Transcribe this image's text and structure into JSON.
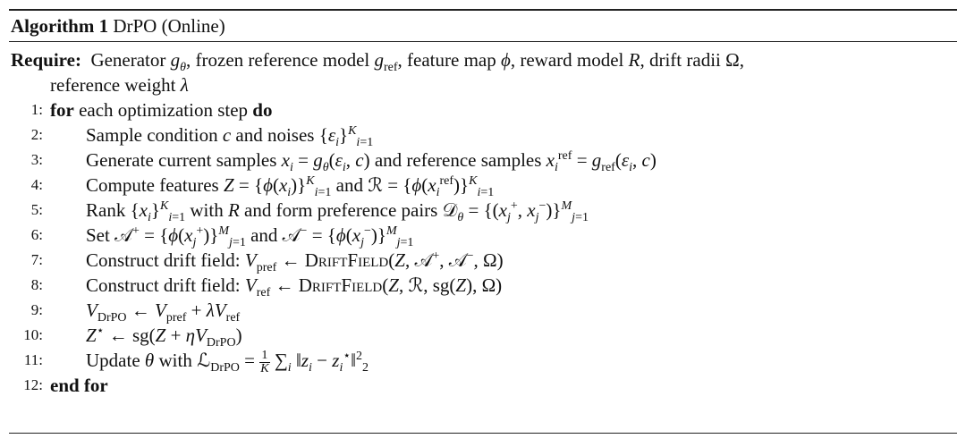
{
  "algorithm": {
    "label": "Algorithm 1",
    "name": "DrPO (Online)",
    "require_keyword": "Require:",
    "require_part1": "Generator gθ, frozen reference model gref, feature map ϕ, reward model R, drift radii Ω,",
    "require_part2": "reference weight λ",
    "lines": [
      {
        "num": "1:",
        "text": "for each optimization step do"
      },
      {
        "num": "2:",
        "text": "Sample condition c and noises {εi}Ki=1"
      },
      {
        "num": "3:",
        "text": "Generate current samples xi = gθ(εi, c) and reference samples xiref = gref(εi, c)"
      },
      {
        "num": "4:",
        "text": "Compute features Z = {ϕ(xi)}Ki=1 and ℛ = {ϕ(xiref)}Ki=1"
      },
      {
        "num": "5:",
        "text": "Rank {xi}Ki=1 with R and form preference pairs 𝒟θ = {(xj+, xj−)}Mj=1"
      },
      {
        "num": "6:",
        "text": "Set 𝒜+ = {ϕ(xj+)}Mj=1 and 𝒜− = {ϕ(xj−)}Mj=1"
      },
      {
        "num": "7:",
        "text": "Construct drift field: Vpref ← DriftField(Z, 𝒜+, 𝒜−, Ω)"
      },
      {
        "num": "8:",
        "text": "Construct drift field: Vref ← DriftField(Z, ℛ, sg(Z), Ω)"
      },
      {
        "num": "9:",
        "text": "VDrPO ← Vpref + λVref"
      },
      {
        "num": "10:",
        "text": "Z⋆ ← sg(Z + ηVDrPO)"
      },
      {
        "num": "11:",
        "text": "Update θ with ℒDrPO = 1/K ∑i ‖zi − zi⋆‖22"
      },
      {
        "num": "12:",
        "text": "end for"
      }
    ]
  }
}
